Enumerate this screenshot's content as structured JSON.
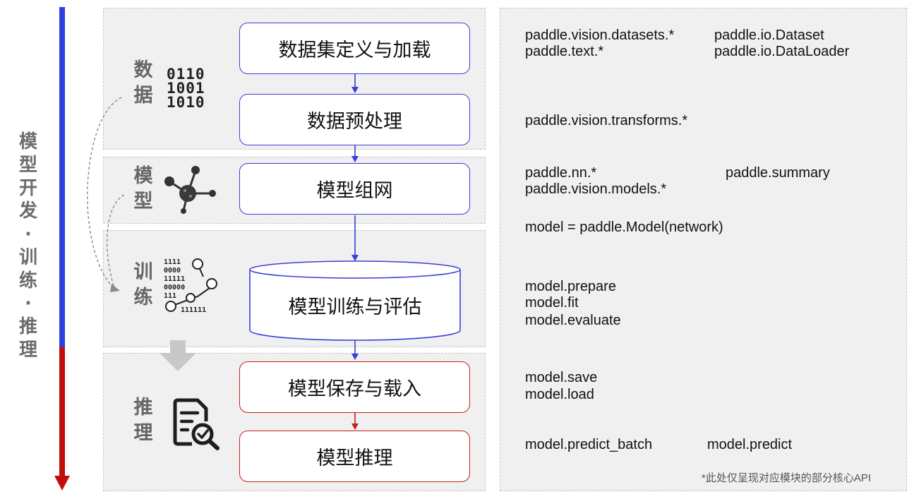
{
  "axis": {
    "title_chars": [
      "模",
      "型",
      "开",
      "发",
      "·",
      "训",
      "练",
      "·",
      "推",
      "理"
    ],
    "colors": {
      "development": "#2e3fe0",
      "inference": "#c30c0c"
    }
  },
  "stages": {
    "data": {
      "chars": [
        "数",
        "据"
      ],
      "icon": "binary-data-icon",
      "binary": [
        "0110",
        "1001",
        "1010"
      ]
    },
    "model": {
      "chars": [
        "模",
        "型"
      ],
      "icon": "network-nodes-icon"
    },
    "train": {
      "chars": [
        "训",
        "练"
      ],
      "icon": "training-network-icon"
    },
    "inference": {
      "chars": [
        "推",
        "理"
      ],
      "icon": "document-search-icon"
    }
  },
  "steps": {
    "load_data": "数据集定义与加载",
    "preprocess": "数据预处理",
    "build_model": "模型组网",
    "train_eval": "模型训练与评估",
    "save_load": "模型保存与载入",
    "predict": "模型推理"
  },
  "apis": {
    "datasets_vision": "paddle.vision.datasets.*",
    "datasets_text": "paddle.text.*",
    "io_dataset": "paddle.io.Dataset",
    "io_dataloader": "paddle.io.DataLoader",
    "transforms": "paddle.vision.transforms.*",
    "nn": "paddle.nn.*",
    "summary": "paddle.summary",
    "vision_models": "paddle.vision.models.*",
    "model_init": "model = paddle.Model(network)",
    "prepare": "model.prepare",
    "fit": "model.fit",
    "evaluate": "model.evaluate",
    "save": "model.save",
    "load": "model.load",
    "predict_batch": "model.predict_batch",
    "predict": "model.predict"
  },
  "footnote": "*此处仅呈现对应模块的部分核心API"
}
